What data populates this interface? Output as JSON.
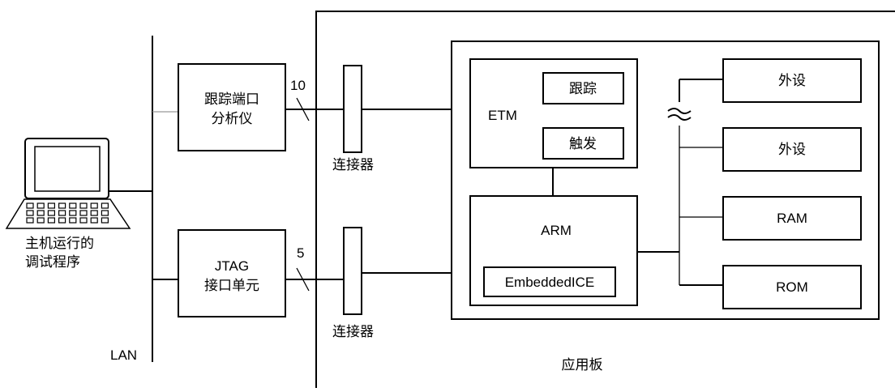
{
  "labels": {
    "host_line1": "主机运行的",
    "host_line2": "调试程序",
    "lan": "LAN",
    "trace_analyzer_line1": "跟踪端口",
    "trace_analyzer_line2": "分析仪",
    "jtag_line1": "JTAG",
    "jtag_line2": "接口单元",
    "bus_width_trace": "10",
    "bus_width_jtag": "5",
    "connector_top": "连接器",
    "connector_bottom": "连接器",
    "etm": "ETM",
    "etm_trace": "跟踪",
    "etm_trigger": "触发",
    "arm": "ARM",
    "embedded_ice": "EmbeddedICE",
    "peripheral_1": "外设",
    "peripheral_2": "外设",
    "ram": "RAM",
    "rom": "ROM",
    "board": "应用板"
  }
}
